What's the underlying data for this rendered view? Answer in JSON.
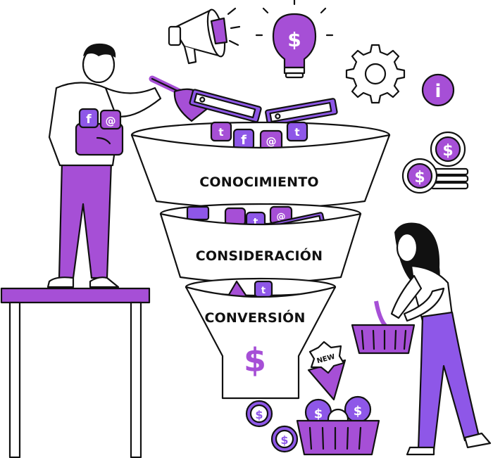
{
  "colors": {
    "purple": "#a64fd6",
    "purple_dark": "#7b34c4",
    "violet": "#8e57e8",
    "lavender": "#d9c2f2",
    "ink": "#111111",
    "paper": "#ffffff"
  },
  "funnel": {
    "stages": [
      {
        "label": "CONOCIMIENTO"
      },
      {
        "label": "CONSIDERACIÓN"
      },
      {
        "label": "CONVERSIÓN"
      }
    ],
    "outlet_symbol": "$"
  },
  "badges": {
    "new": "NEW",
    "info": "i",
    "currency": "$",
    "facebook": "f",
    "twitter": "t",
    "at": "@"
  },
  "icons": [
    "megaphone-icon",
    "lightbulb-dollar-icon",
    "gear-icon",
    "info-icon",
    "coin-stack-icon"
  ]
}
